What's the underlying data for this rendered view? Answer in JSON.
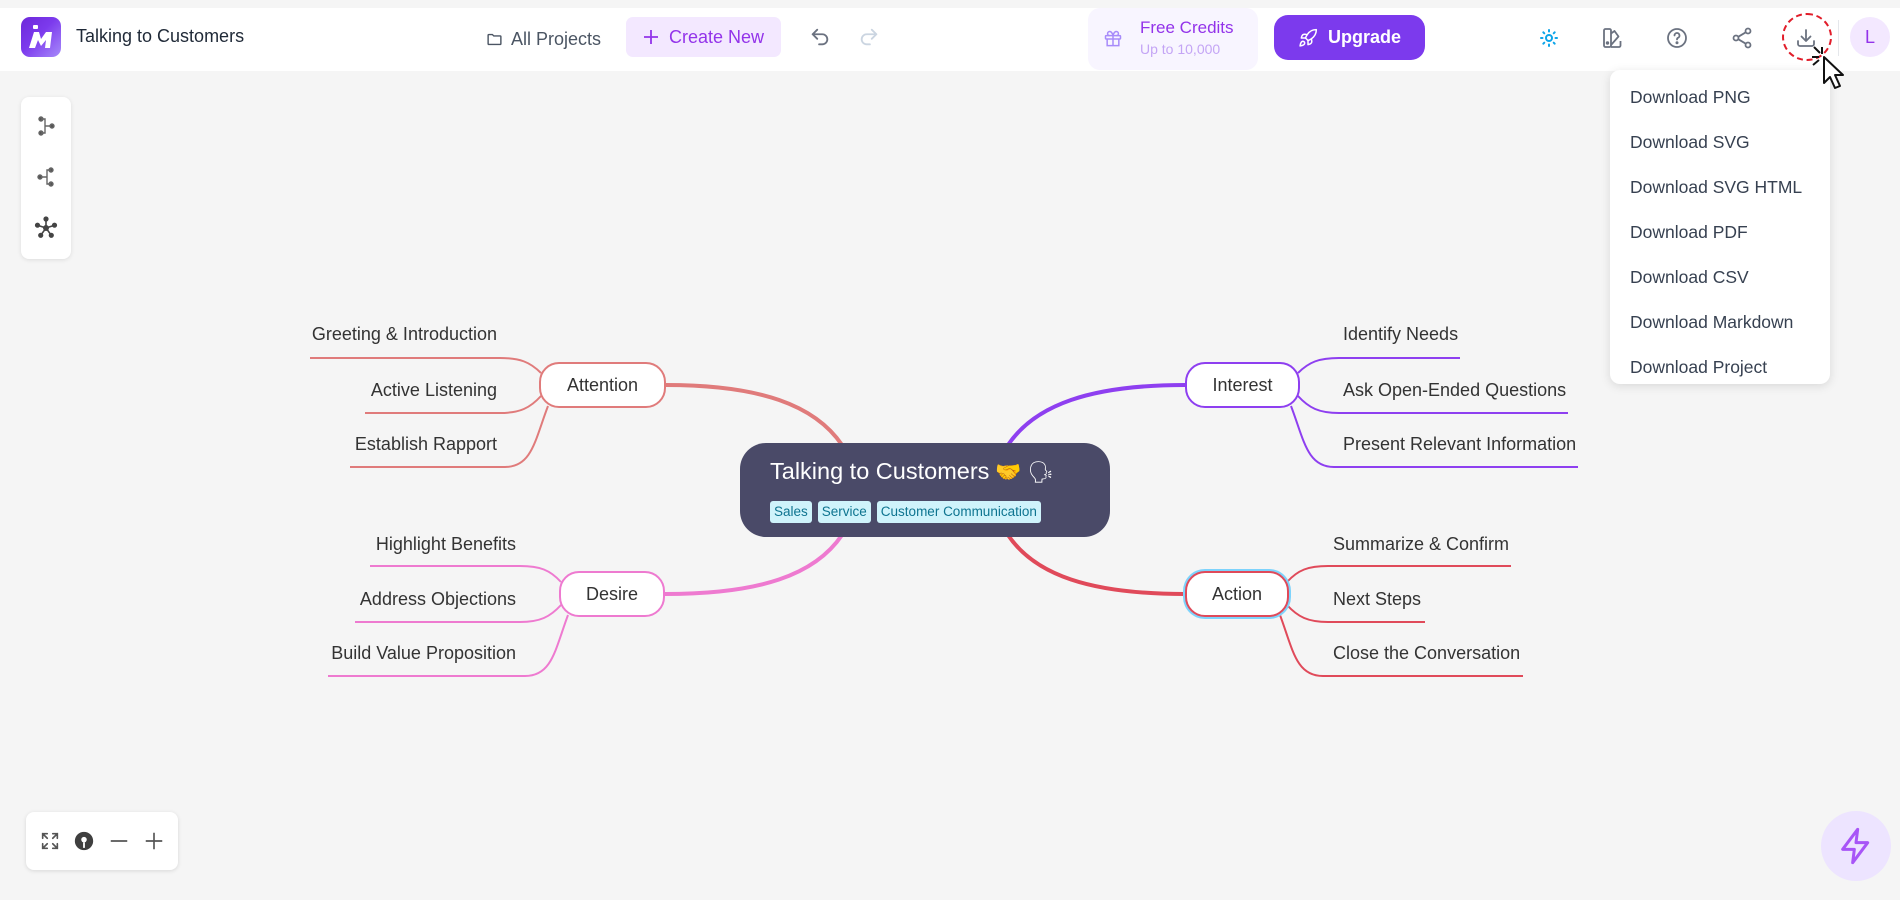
{
  "header": {
    "title": "Talking to Customers",
    "all_projects": "All Projects",
    "create_new": "Create New",
    "credits_title": "Free Credits",
    "credits_sub": "Up to 10,000",
    "upgrade": "Upgrade",
    "avatar_initial": "L"
  },
  "download_menu": {
    "items": [
      "Download PNG",
      "Download SVG",
      "Download SVG HTML",
      "Download PDF",
      "Download CSV",
      "Download Markdown",
      "Download Project"
    ]
  },
  "mindmap": {
    "root": {
      "title": "Talking to Customers",
      "emojis": "🤝 🗣",
      "tags": [
        "Sales",
        "Service",
        "Customer Communication"
      ]
    },
    "branches": {
      "attention": {
        "label": "Attention",
        "color": "#e07b7b",
        "children": [
          "Greeting & Introduction",
          "Active Listening",
          "Establish Rapport"
        ]
      },
      "desire": {
        "label": "Desire",
        "color": "#ee7ad0",
        "children": [
          "Highlight Benefits",
          "Address Objections",
          "Build Value Proposition"
        ]
      },
      "interest": {
        "label": "Interest",
        "color": "#8e3ff0",
        "children": [
          "Identify Needs",
          "Ask Open-Ended Questions",
          "Present Relevant Information"
        ]
      },
      "action": {
        "label": "Action",
        "color": "#e04a5a",
        "selected": true,
        "children": [
          "Summarize & Confirm",
          "Next Steps",
          "Close the Conversation"
        ]
      }
    }
  },
  "colors": {
    "brand": "#7c3aed",
    "brand_light": "#f3e8ff",
    "root_bg": "#4a4a68",
    "tag_bg": "#cff3fb",
    "highlight_ring": "#e11d2a",
    "selection": "#7dd3fc"
  },
  "icons": {
    "logo": "app-logo",
    "folder": "folder-icon",
    "plus": "plus-icon",
    "undo": "undo-icon",
    "redo": "redo-icon",
    "gift": "gift-icon",
    "rocket": "rocket-icon",
    "theme": "sun-icon",
    "palette": "palette-icon",
    "help": "help-icon",
    "share": "share-icon",
    "download": "download-icon",
    "layout_right": "layout-right-icon",
    "layout_left": "layout-left-icon",
    "layout_radial": "layout-radial-icon",
    "fit": "fit-screen-icon",
    "locate": "locate-icon",
    "zoom_out": "zoom-out-icon",
    "zoom_in": "zoom-in-icon",
    "ai": "lightning-icon"
  }
}
